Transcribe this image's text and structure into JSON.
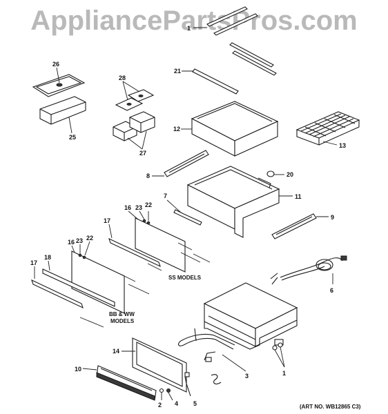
{
  "watermark": "AppliancePartsPros.com",
  "callouts": {
    "n1a": "1",
    "n1b": "1",
    "n2": "2",
    "n3": "3",
    "n4": "4",
    "n5": "5",
    "n6": "6",
    "n7": "7",
    "n8": "8",
    "n9": "9",
    "n10": "10",
    "n11": "11",
    "n12": "12",
    "n13": "13",
    "n14": "14",
    "n16a": "16",
    "n16b": "16",
    "n17a": "17",
    "n17b": "17",
    "n18": "18",
    "n20": "20",
    "n21": "21",
    "n22a": "22",
    "n22b": "22",
    "n23a": "23",
    "n23b": "23",
    "n25": "25",
    "n26": "26",
    "n27": "27",
    "n28": "28"
  },
  "captions": {
    "ss_models": "SS MODELS",
    "bb_ww_line1": "BB & WW",
    "bb_ww_line2": "MODELS"
  },
  "art_no": "(ART NO. WB12865 C3)"
}
